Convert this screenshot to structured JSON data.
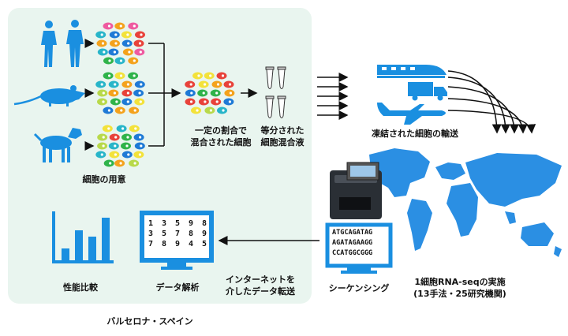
{
  "labels": {
    "cell_prep": "細胞の用意",
    "mixed": "一定の割合で\n混合された細胞",
    "aliquoted": "等分された\n細胞混合液",
    "shipping": "凍結された細胞の輸送",
    "rnaseq": "1細胞RNA-seqの実施\n(13手法・25研究機関)",
    "sequencing": "シーケンシング",
    "transfer": "インターネットを\n介したデータ転送",
    "analysis": "データ解析",
    "benchmark": "性能比較",
    "location": "バルセロナ・スペイン"
  },
  "sequence_lines": [
    "ATGCAGATAG",
    "AGATAGAAGG",
    "CCATGGCGGG"
  ],
  "data_rows": [
    [
      "1",
      "3",
      "5",
      "9",
      "8"
    ],
    [
      "3",
      "5",
      "7",
      "8",
      "9"
    ],
    [
      "7",
      "8",
      "9",
      "4",
      "5"
    ]
  ],
  "colors": {
    "icon_blue": "#1a8fe0",
    "panel_bg": "#e9f5ef",
    "map_blue": "#2b8fe3",
    "cell_colors": [
      "#e8423a",
      "#f4a21c",
      "#2fb34a",
      "#1f7ad6",
      "#ef5aa0",
      "#b8d94a",
      "#f3e23a",
      "#28b5c9"
    ]
  },
  "icons": [
    "human-icon",
    "rat-icon",
    "dog-icon",
    "tube-icon",
    "train-icon",
    "truck-icon",
    "airplane-icon",
    "world-map",
    "sequencer-icon",
    "monitor-icon",
    "bar-chart-icon"
  ]
}
